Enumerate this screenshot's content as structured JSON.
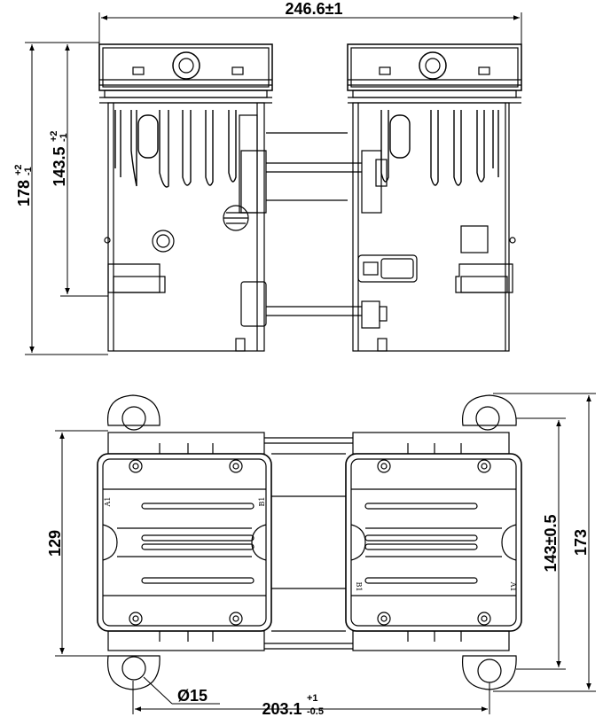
{
  "dimensions": {
    "top_width": "246.6±1",
    "outer_height_main": "178",
    "outer_height_tol_upper": "+2",
    "outer_height_tol_lower": "-1",
    "inner_height_main": "143.5",
    "inner_height_tol_upper": "+2",
    "inner_height_tol_lower": "-1",
    "bottom_height_left": "129",
    "bottom_height_mid": "143±0.5",
    "bottom_height_right": "173",
    "hole_diameter": "Ø15",
    "bottom_width_main": "203.1",
    "bottom_width_tol_upper": "+1",
    "bottom_width_tol_lower": "-0.5"
  },
  "terminal_marks": {
    "left_top": "A1",
    "left_right": "B1",
    "right_left_bottom": "B1",
    "right_bottom": "A1"
  }
}
